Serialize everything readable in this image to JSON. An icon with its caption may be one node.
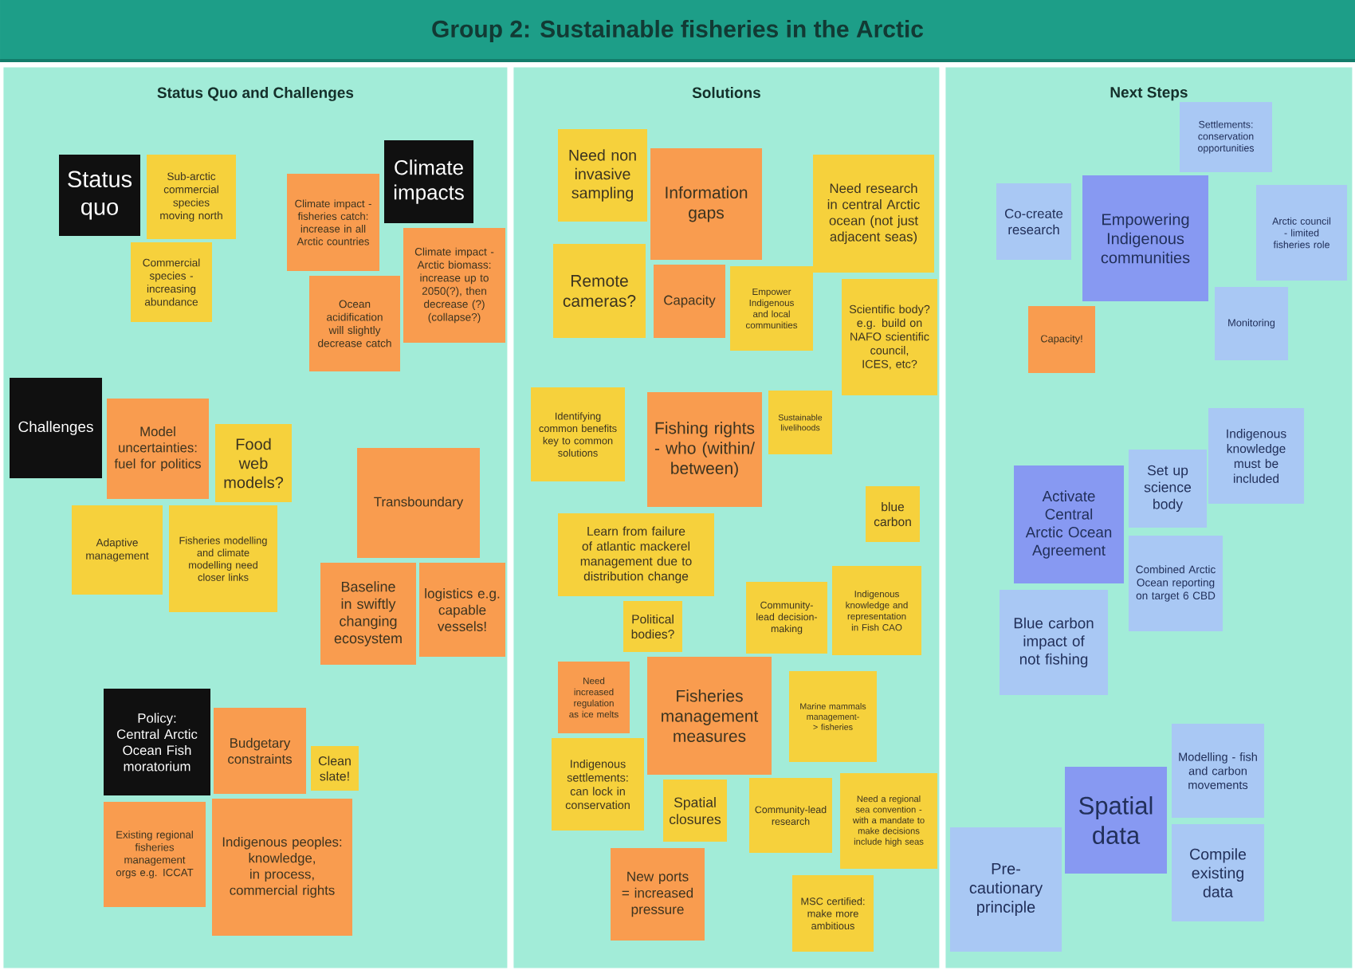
{
  "diagram": {
    "title": "Group 2: Sustainable fisheries in the Arctic",
    "nodes": [
      {
        "text": [
          "Status Quo and Challenges"
        ]
      },
      {
        "text": [
          "Status quo"
        ],
        "in": 0
      },
      {
        "text": [
          "Sub-arctic commercial species moving north"
        ],
        "in": 0
      },
      {
        "text": [
          "Commercial species - increasing abundance"
        ],
        "in": 0
      },
      {
        "text": [
          "Climate impact - fisheries catch: increase in all Arctic countries"
        ],
        "in": 0
      },
      {
        "text": [
          "Climate impacts"
        ],
        "in": 0
      },
      {
        "text": [
          "Climate impact - Arctic biomass: increase up to 2050(?), then decrease (?) (collapse?)"
        ],
        "in": 0
      },
      {
        "text": [
          "Ocean acidification will slightly decrease catch"
        ],
        "in": 0
      },
      {
        "text": [
          "Challenges"
        ],
        "in": 0
      },
      {
        "text": [
          "Model uncertainties: fuel for politics"
        ],
        "in": 0
      },
      {
        "text": [
          "Food web models?"
        ],
        "in": 0
      },
      {
        "text": [
          "Adaptive management"
        ],
        "in": 0
      },
      {
        "text": [
          "Fisheries modelling and climate modelling need closer links"
        ],
        "in": 0
      },
      {
        "text": [
          "Transboundary"
        ],
        "in": 0
      },
      {
        "text": [
          "Baseline in swiftly changing ecosystem"
        ],
        "in": 0
      },
      {
        "text": [
          "logistics e.g. capable vessels!"
        ],
        "in": 0
      },
      {
        "text": [
          "Policy: Central Arctic Ocean Fish moratorium"
        ],
        "in": 0
      },
      {
        "text": [
          "Budgetary constraints"
        ],
        "in": 0
      },
      {
        "text": [
          "Clean slate!"
        ],
        "in": 0
      },
      {
        "text": [
          "Existing regional fisheries management orgs e.g. ICCAT"
        ],
        "in": 0
      },
      {
        "text": [
          "Indigenous peoples: knowledge, in process, commercial rights"
        ],
        "in": 0
      },
      {
        "text": [
          "Solutions"
        ]
      },
      {
        "text": [
          "Need non invasive sampling"
        ],
        "in": 21
      },
      {
        "text": [
          "Information gaps"
        ],
        "in": 21
      },
      {
        "text": [
          "Need research in central Arctic ocean (not just adjacent seas)"
        ],
        "in": 21
      },
      {
        "text": [
          "Remote cameras?"
        ],
        "in": 21
      },
      {
        "text": [
          "Capacity"
        ],
        "in": 21
      },
      {
        "text": [
          "Empower Indigenous and local communities"
        ],
        "in": 21
      },
      {
        "text": [
          "Scientific body? e.g. build on NAFO scientific council, ICES, etc?"
        ],
        "in": 21
      },
      {
        "text": [
          "Identifying common benefits key to common solutions"
        ],
        "in": 21
      },
      {
        "text": [
          "Fishing rights - who (within/ between)"
        ],
        "in": 21
      },
      {
        "text": [
          "Sustainable livelihoods"
        ],
        "in": 21
      },
      {
        "text": [
          "blue carbon"
        ],
        "in": 21
      },
      {
        "text": [
          "Learn from failure of atlantic mackerel management due to distribution change"
        ],
        "in": 21
      },
      {
        "text": [
          "Indigenous knowledge and representation in Fish CAO"
        ],
        "in": 21
      },
      {
        "text": [
          "Political bodies?"
        ],
        "in": 21
      },
      {
        "text": [
          "Community-lead decision-making"
        ],
        "in": 21
      },
      {
        "text": [
          "Need increased regulation as ice melts"
        ],
        "in": 21
      },
      {
        "text": [
          "Fisheries management measures"
        ],
        "in": 21
      },
      {
        "text": [
          "Marine mammals management-> fisheries"
        ],
        "in": 21
      },
      {
        "text": [
          "Indigenous settlements: can lock in conservation"
        ],
        "in": 21
      },
      {
        "text": [
          "Spatial closures"
        ],
        "in": 21
      },
      {
        "text": [
          "Community-lead research"
        ],
        "in": 21
      },
      {
        "text": [
          "Need a regional sea convention - with a mandate to make decisions include high seas"
        ],
        "in": 21
      },
      {
        "text": [
          "New ports = increased pressure"
        ],
        "in": 21
      },
      {
        "text": [
          "MSC certified: make more ambitious"
        ],
        "in": 21
      },
      {
        "text": [
          "Next Steps"
        ]
      },
      {
        "text": [
          "Settlements: conservation opportunities"
        ],
        "in": 46
      },
      {
        "text": [
          "Co-create research"
        ],
        "in": 46
      },
      {
        "text": [
          "Empowering Indigenous communities"
        ],
        "in": 46
      },
      {
        "text": [
          "Arctic council - limited fisheries role"
        ],
        "in": 46
      },
      {
        "text": [
          "Capacity!"
        ],
        "in": 46
      },
      {
        "text": [
          "Monitoring"
        ],
        "in": 46
      },
      {
        "text": [
          "Indigenous knowledge must be included"
        ],
        "in": 46
      },
      {
        "text": [
          "Set up science body"
        ],
        "in": 46
      },
      {
        "text": [
          "Activate Central Arctic Ocean Agreement"
        ],
        "in": 46
      },
      {
        "text": [
          "Combined Arctic Ocean reporting on target 6 CBD"
        ],
        "in": 46
      },
      {
        "text": [
          "Blue carbon impact of not fishing"
        ],
        "in": 46
      },
      {
        "text": [
          "Modelling - fish and carbon movements"
        ],
        "in": 46
      },
      {
        "text": [
          "Spatial data"
        ],
        "in": 46
      },
      {
        "text": [
          "Compile existing data"
        ],
        "in": 46
      },
      {
        "text": [
          "Pre-cautionary principle"
        ],
        "in": 46
      }
    ]
  }
}
